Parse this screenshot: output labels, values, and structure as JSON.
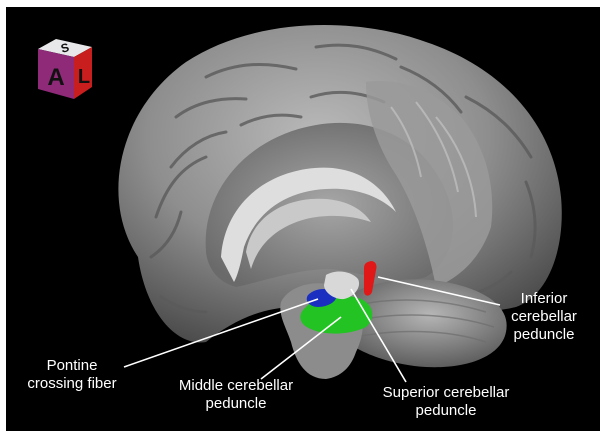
{
  "orientation_cube": {
    "top_letter": "S",
    "front_letter": "A",
    "side_letter": "L",
    "colors": {
      "top": "#e8e8ea",
      "front": "#8e2a78",
      "side": "#c81e1e"
    }
  },
  "labels": {
    "inferior": {
      "line1": "Inferior",
      "line2": "cerebellar",
      "line3": "peduncle"
    },
    "pontine": {
      "line1": "Pontine",
      "line2": "crossing fiber"
    },
    "middle": {
      "line1": "Middle cerebellar",
      "line2": "peduncle"
    },
    "superior": {
      "line1": "Superior cerebellar",
      "line2": "peduncle"
    }
  },
  "tract_colors": {
    "inferior_cerebellar_peduncle": "#e01818",
    "pontine_crossing_fiber": "#1a2fbf",
    "middle_cerebellar_peduncle": "#22c322",
    "superior_cerebellar_peduncle": "#d8d8d8"
  }
}
